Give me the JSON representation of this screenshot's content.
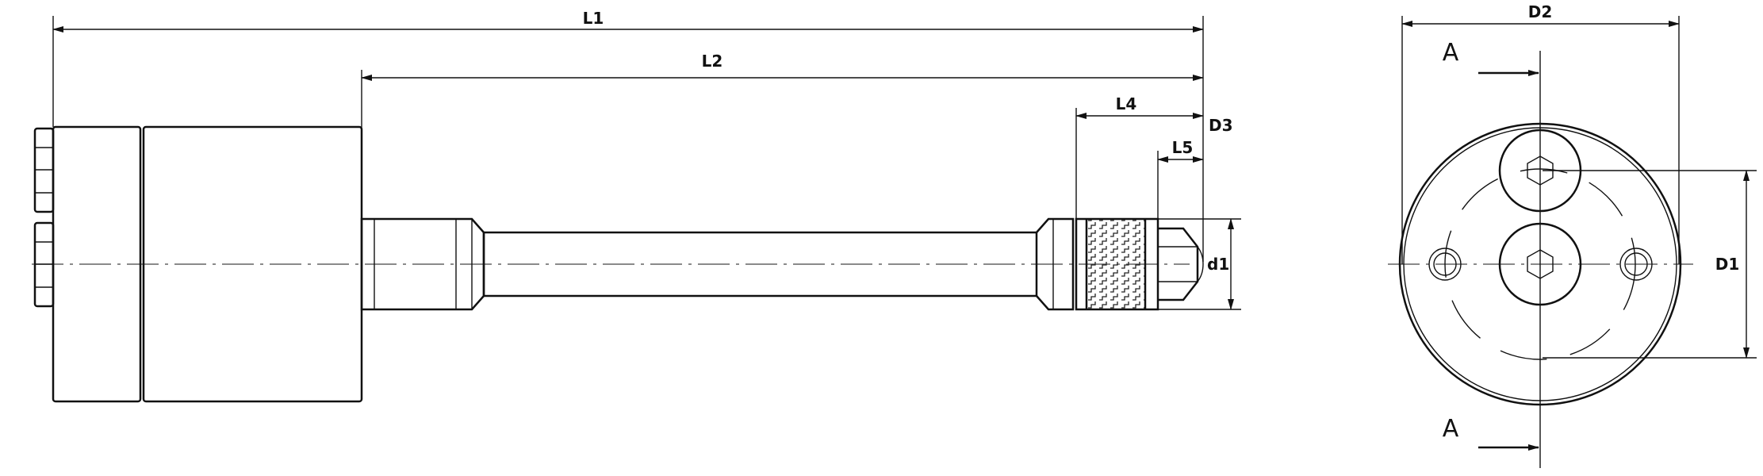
{
  "dimensions": {
    "L1": "L1",
    "L2": "L2",
    "L4": "L4",
    "L5": "L5",
    "D3": "D3",
    "d1": "d1",
    "D2": "D2",
    "D1": "D1"
  },
  "section": {
    "top_label": "A",
    "bottom_label": "A"
  }
}
